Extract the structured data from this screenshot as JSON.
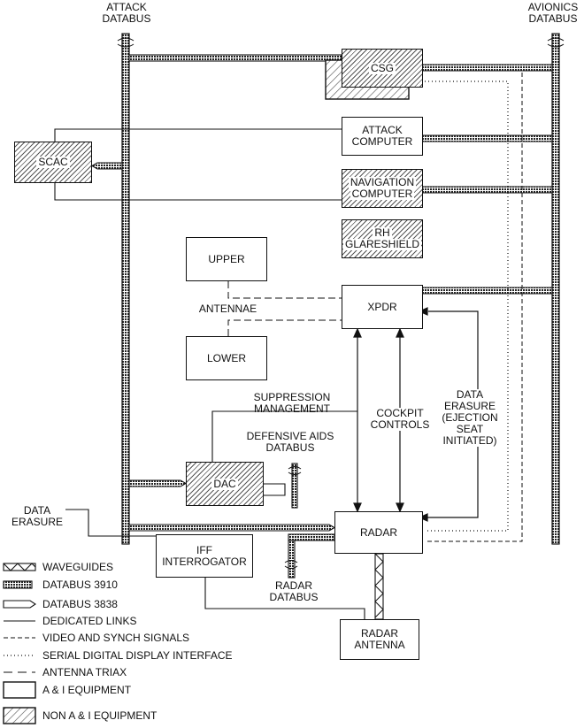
{
  "buses": {
    "attack": [
      "ATTACK",
      "DATABUS"
    ],
    "avionics": [
      "AVIONICS",
      "DATABUS"
    ]
  },
  "boxes": {
    "csg": "CSG",
    "attack_computer": [
      "ATTACK",
      "COMPUTER"
    ],
    "navigation_computer": [
      "NAVIGATION",
      "COMPUTER"
    ],
    "scac": "SCAC",
    "rh_glareshield": [
      "RH",
      "GLARESHIELD"
    ],
    "upper": "UPPER",
    "lower": "LOWER",
    "xpdr": "XPDR",
    "dac": "DAC",
    "radar": "RADAR",
    "iff": [
      "IFF",
      "INTERROGATOR"
    ],
    "radar_antenna": [
      "RADAR",
      "ANTENNA"
    ]
  },
  "labels": {
    "antennae": "ANTENNAE",
    "suppression": [
      "SUPPRESSION",
      "MANAGEMENT"
    ],
    "defensive_aids": [
      "DEFENSIVE AIDS",
      "DATABUS"
    ],
    "cockpit": [
      "COCKPIT",
      "CONTROLS"
    ],
    "data_erasure_ejection": [
      "DATA",
      "ERASURE",
      "(EJECTION",
      "SEAT",
      "INITIATED)"
    ],
    "data_erasure": [
      "DATA",
      "ERASURE"
    ],
    "radar_databus": [
      "RADAR",
      "DATABUS"
    ]
  },
  "legend": [
    {
      "icon": "waveguide",
      "text": "WAVEGUIDES"
    },
    {
      "icon": "databus3910",
      "text": "DATABUS 3910"
    },
    {
      "icon": "databus3838",
      "text": "DATABUS 3838"
    },
    {
      "icon": "solid",
      "text": "DEDICATED LINKS"
    },
    {
      "icon": "dashed",
      "text": "VIDEO AND SYNCH SIGNALS"
    },
    {
      "icon": "dotted",
      "text": "SERIAL DIGITAL DISPLAY INTERFACE"
    },
    {
      "icon": "longdash",
      "text": "ANTENNA TRIAX"
    },
    {
      "icon": "box",
      "text": "A & I EQUIPMENT"
    },
    {
      "icon": "hatchbox",
      "text": "NON A & I EQUIPMENT"
    }
  ]
}
